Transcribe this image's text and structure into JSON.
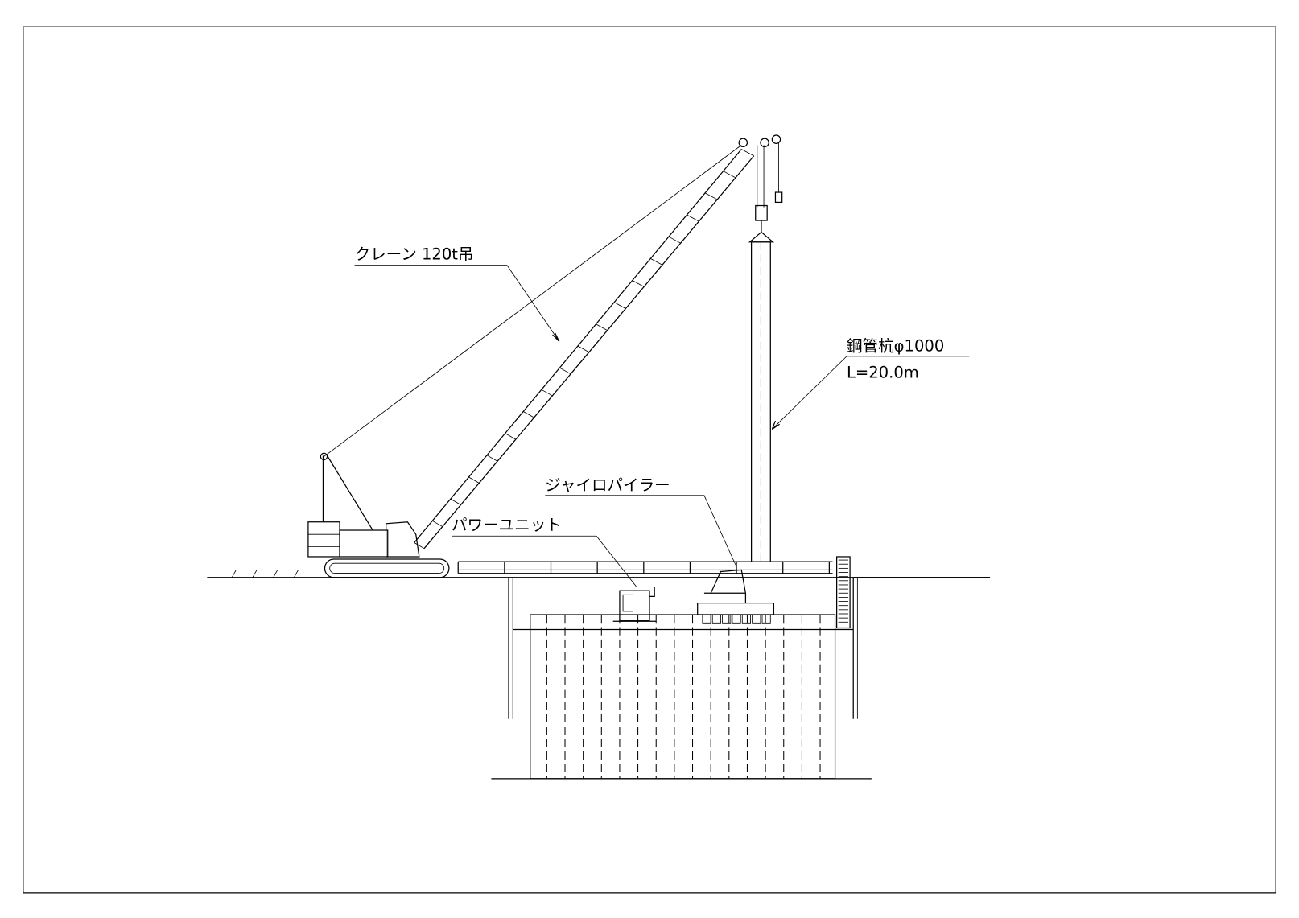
{
  "drawing": {
    "title": "Steel pipe pile construction side view",
    "labels": {
      "crane": "クレーン 120t吊",
      "pile_name": "鋼管杭φ1000",
      "pile_length": "L=20.0m",
      "gyro_piler": "ジャイロパイラー",
      "power_unit": "パワーユニット"
    }
  }
}
